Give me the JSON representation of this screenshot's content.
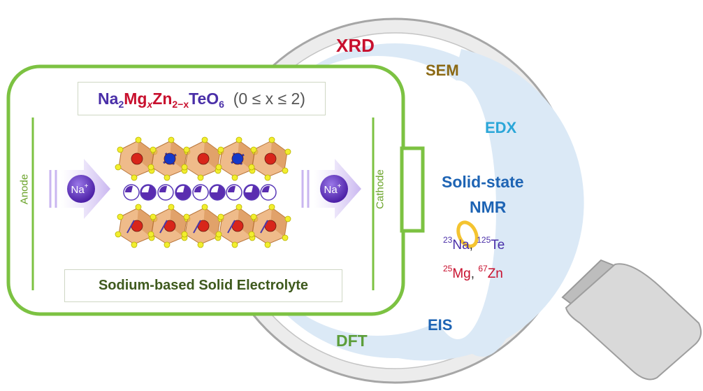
{
  "formula": {
    "na": "Na",
    "na_sub": "2",
    "mg": "Mg",
    "mg_sub": "x",
    "zn": "Zn",
    "zn_sub": "2−x",
    "te": "TeO",
    "te_sub": "6",
    "condition": "(0 ≤ x ≤ 2)"
  },
  "electrolyte_label": "Sodium-based Solid Electrolyte",
  "anode_label": "Anode",
  "cathode_label": "Cathode",
  "ion_label": "Na",
  "ion_charge": "+",
  "techniques": {
    "xrd": "XRD",
    "sem": "SEM",
    "edx": "EDX",
    "nmr_line1": "Solid-state",
    "nmr_line2": "NMR",
    "eis": "EIS",
    "dft": "DFT"
  },
  "nuclei": {
    "na_mass": "23",
    "na": "Na",
    "te_mass": "125",
    "te": "Te",
    "mg_mass": "25",
    "mg": "Mg",
    "zn_mass": "67",
    "zn": "Zn",
    "separator": ","
  },
  "colors": {
    "frame_green": "#7cc242",
    "xrd": "#c8102e",
    "sem": "#8b6914",
    "edx": "#2aa6d8",
    "nmr": "#1e64b4",
    "eis": "#1e64b4",
    "dft": "#5c9e3a",
    "na_purple": "#5a2db0",
    "mg_red": "#d8261a",
    "te_blue": "#1438c8",
    "octahedra": "#e9a463",
    "oxygen": "#f2ee2e",
    "lens_fill": "#dbe9f6",
    "handle": "#d8d8d8"
  }
}
